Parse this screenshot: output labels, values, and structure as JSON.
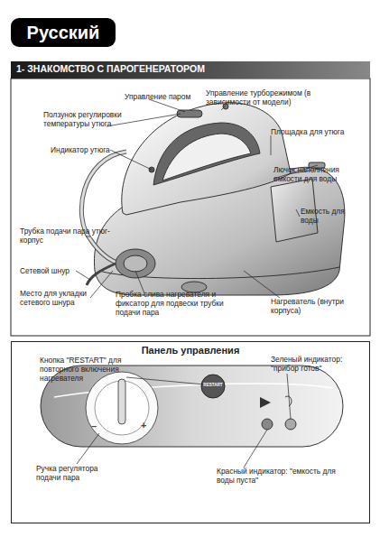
{
  "diagram": {
    "title": "Русский",
    "nodes": [
      {
        "text": [
          "1- ЗНАКОМСТВО С ПАРОГЕНЕРАТОРОМ"
        ]
      },
      {
        "text": [
          "Панель управления"
        ]
      }
    ],
    "labels": [
      "Управление паром",
      "Управление турборежимом (в зависимости от модели)",
      "Ползунок регулировки температуры утюга",
      "Площадка для утюга",
      "Индикатор утюга",
      "Лючок наполнения емкости для воды",
      "Емкость для воды",
      "Трубка подачи пара утюг-корпус",
      "Сетевой шнур",
      "Место для укладки сетевого шнура",
      "Пробка слива нагревателя и фиксатор для подвески трубки подачи пара",
      "Нагреватель (внутри корпуса)",
      "Кнопка \"RESTART\" для повторного включения нагревателя",
      "Зеленый индикатор: \"прибор готов\"",
      "RESTART",
      "–",
      "+",
      "Ручка регулятора подачи пара",
      "Красный индикатор: \"емкость для воды пуста\""
    ]
  }
}
